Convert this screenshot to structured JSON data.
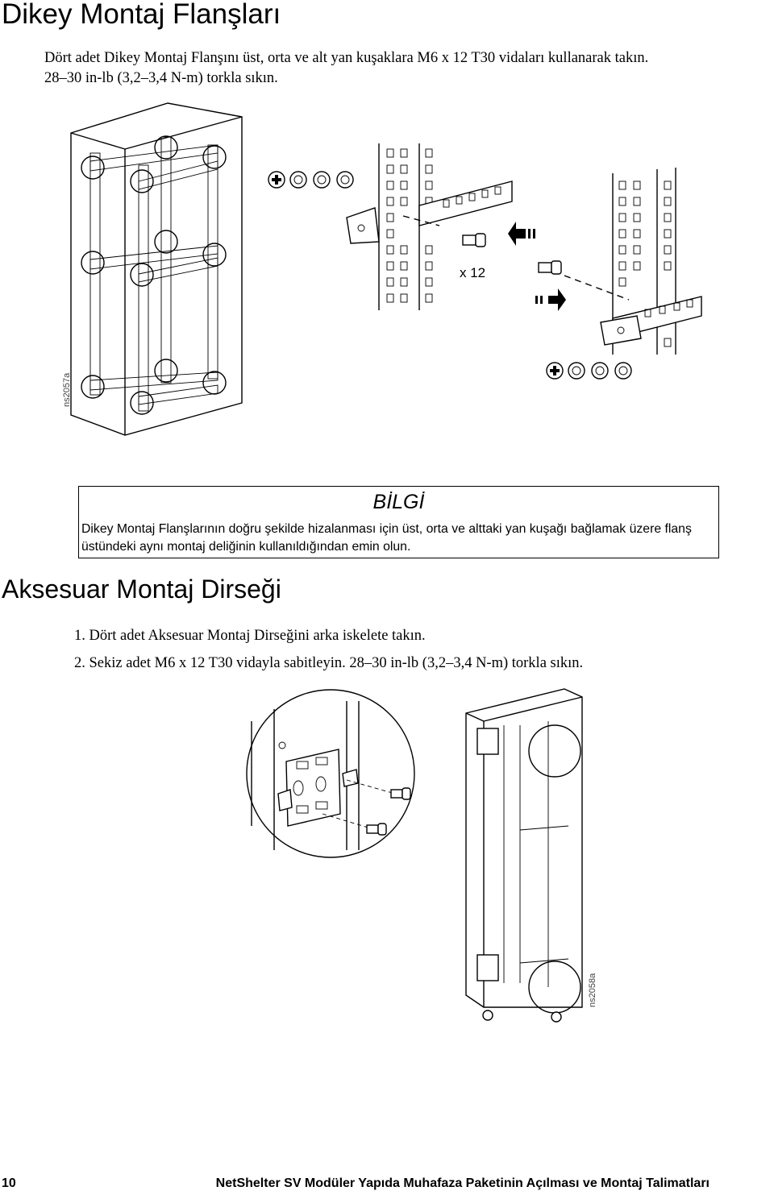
{
  "heading_vertical": "Dikey Montaj Flanşları",
  "intro_line1": "Dört adet Dikey Montaj Flanşını üst, orta ve alt yan kuşaklara M6 x 12 T30 vidaları kullanarak takın.",
  "intro_line2": "28–30 in-lb (3,2–3,4 N-m) torkla sıkın.",
  "figure1": {
    "id_label": "ns2057a",
    "qty_label": "x 12"
  },
  "note": {
    "title": "BİLGİ",
    "text": "Dikey Montaj Flanşlarının doğru şekilde hizalanması için üst, orta ve alttaki yan kuşağı bağlamak üzere flanş üstündeki aynı montaj deliğinin kullanıldığından emin olun."
  },
  "heading_accessory": "Aksesuar Montaj Dirseği",
  "steps": [
    "1. Dört adet Aksesuar Montaj Dirseğini arka iskelete takın.",
    "2. Sekiz adet M6 x 12 T30 vidayla sabitleyin. 28–30 in-lb (3,2–3,4 N-m) torkla sıkın."
  ],
  "figure2": {
    "id_label": "ns2058a"
  },
  "footer": {
    "page_number": "10",
    "doc_title": "NetShelter SV Modüler Yapıda Muhafaza Paketinin Açılması ve Montaj Talimatları"
  },
  "icons": [
    "torx-screw-icon",
    "washer-icon",
    "arrow-right-icon",
    "screw-icon",
    "cabinet-illustration",
    "bracket-illustration"
  ]
}
